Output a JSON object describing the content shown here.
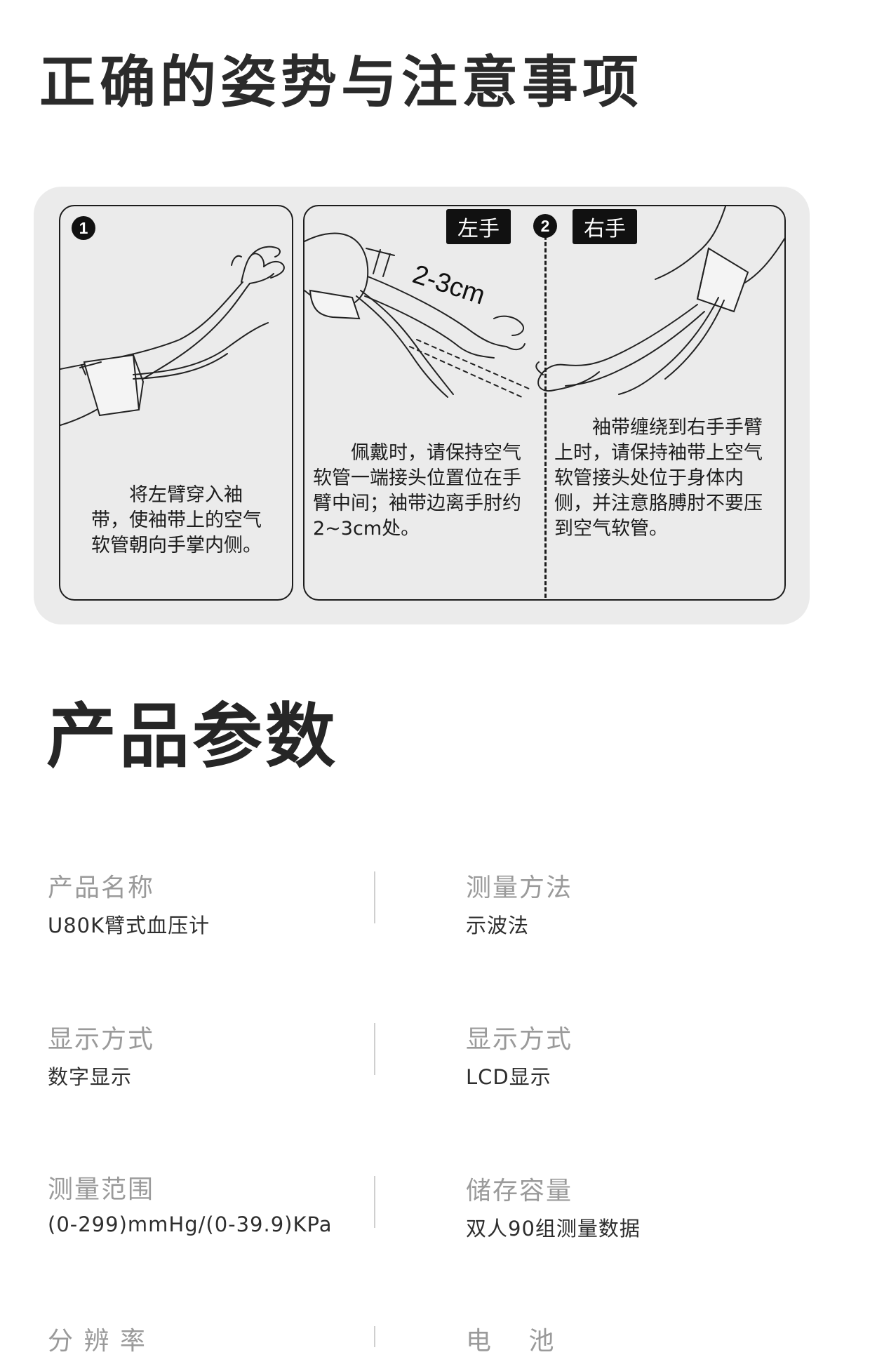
{
  "section1": {
    "title": "正确的姿势与注意事项",
    "step1": {
      "number": "1",
      "text": "将左臂穿入袖带，使袖带上的空气软管朝向手掌内侧。"
    },
    "step2": {
      "number": "2",
      "left_tag": "左手",
      "right_tag": "右手",
      "dimension": "2-3cm",
      "left_text": "佩戴时，请保持空气软管一端接头位置位在手臂中间；袖带边离手肘约2~3cm处。",
      "right_text": "袖带缠绕到右手手臂上时，请保持袖带上空气软管接头处位于身体内侧，并注意胳膊肘不要压到空气软管。"
    }
  },
  "section2": {
    "title": "产品参数",
    "specs": [
      {
        "label": "产品名称",
        "value": "U80K臂式血压计"
      },
      {
        "label": "测量方法",
        "value": "示波法"
      },
      {
        "label": "显示方式",
        "value": "数字显示"
      },
      {
        "label": "显示方式",
        "value": "LCD显示"
      },
      {
        "label": "测量范围",
        "value": "(0-299)mmHg/(0-39.9)KPa"
      },
      {
        "label": "储存容量",
        "value": "双人90组测量数据"
      },
      {
        "label": "分 辨 率",
        "value": ""
      },
      {
        "label": "电　 池",
        "value": ""
      }
    ]
  }
}
